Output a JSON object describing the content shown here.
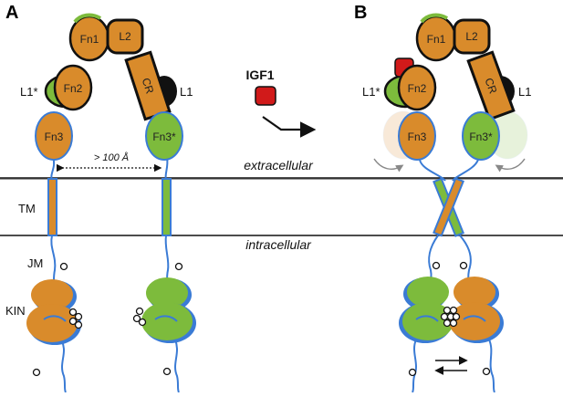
{
  "panels": {
    "a": "A",
    "b": "B"
  },
  "domains": {
    "fn1": "Fn1",
    "l2": "L2",
    "fn2": "Fn2",
    "cr": "CR",
    "fn3": "Fn3",
    "fn3_star": "Fn3*",
    "l1": "L1",
    "l1_star": "L1*"
  },
  "membrane": {
    "extracellular": "extracellular",
    "intracellular": "intracellular",
    "tm": "TM"
  },
  "intracellular_domains": {
    "jm": "JM",
    "kin": "KIN"
  },
  "ligand": "IGF1",
  "distance": "> 100 Å",
  "colors": {
    "orange": "#d98b2b",
    "green": "#7dbb3c",
    "blue": "#3a7bd5",
    "dark": "#111111",
    "ligand_red": "#d11a1a"
  }
}
